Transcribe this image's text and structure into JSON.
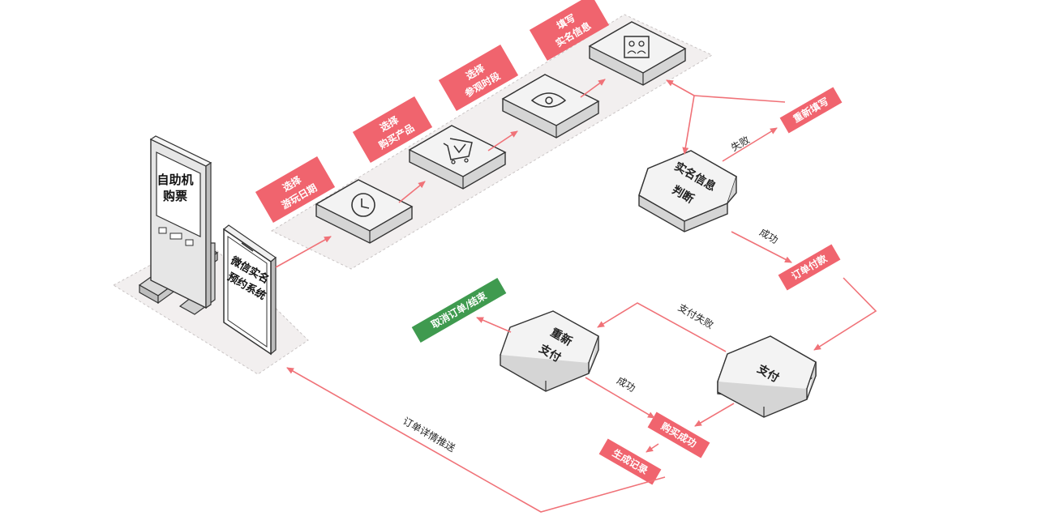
{
  "colors": {
    "accent": "#f0646e",
    "arrow": "#f07278",
    "success": "#3f9a4f",
    "platform": "#f2efef",
    "node_top": "#f3f3f3",
    "node_side": "#d5d5d5"
  },
  "devices": {
    "kiosk_label": [
      "自助机",
      "购票"
    ],
    "phone_label": [
      "微信实名",
      "预约系统"
    ]
  },
  "steps": [
    {
      "icon": "clock-icon",
      "label": [
        "选择",
        "游玩日期"
      ]
    },
    {
      "icon": "cart-icon",
      "label": [
        "选择",
        "购买产品"
      ]
    },
    {
      "icon": "eye-icon",
      "label": [
        "选择",
        "参观时段"
      ]
    },
    {
      "icon": "id-card-icon",
      "label": [
        "填写",
        "实名信息"
      ]
    }
  ],
  "nodes": {
    "verify": [
      "实名信息",
      "判断"
    ],
    "pay": "支付",
    "repay": [
      "重新",
      "支付"
    ]
  },
  "tags": {
    "refill": "重新填写",
    "order_pay": "订单付款",
    "cancel": "取消订单/结束",
    "buy_success": "购买成功",
    "record": "生成记录"
  },
  "edge_labels": {
    "fail": "失败",
    "success_1": "成功",
    "pay_fail": "支付失败",
    "success_2": "成功",
    "push": "订单详情推送"
  }
}
